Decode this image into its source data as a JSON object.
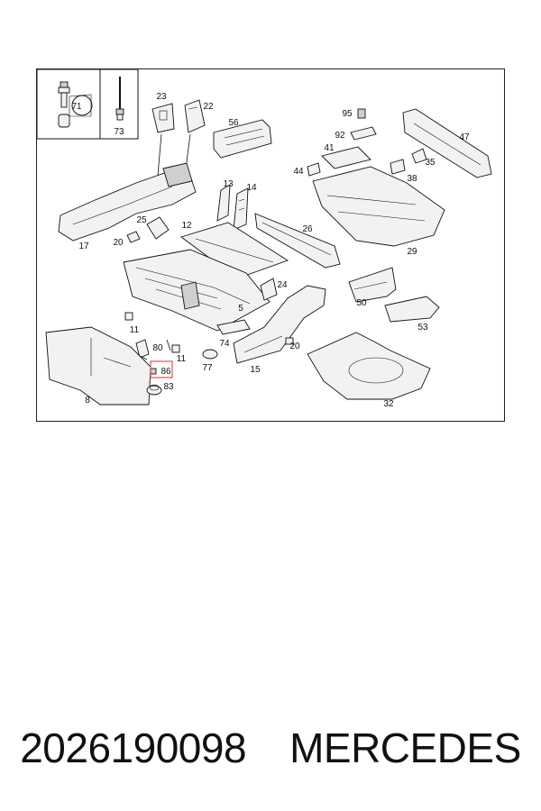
{
  "caption": {
    "part_number": "2026190098",
    "brand": "MERCEDES"
  },
  "diagram": {
    "highlight_color": "#e0504f",
    "highlighted_callout": "86",
    "callouts": {
      "c71": "71",
      "c73": "73",
      "c23": "23",
      "c22": "22",
      "c56": "56",
      "c95": "95",
      "c92": "92",
      "c41": "41",
      "c47": "47",
      "c44": "44",
      "c35": "35",
      "c38": "38",
      "c13": "13",
      "c14": "14",
      "c25": "25",
      "c12": "12",
      "c20a": "20",
      "c17": "17",
      "c26": "26",
      "c29": "29",
      "c24": "24",
      "c50": "50",
      "c53": "53",
      "c5": "5",
      "c11a": "11",
      "c80": "80",
      "c11b": "11",
      "c74": "74",
      "c77": "77",
      "c20b": "20",
      "c15": "15",
      "c86": "86",
      "c83": "83",
      "c8": "8",
      "c32": "32"
    }
  }
}
